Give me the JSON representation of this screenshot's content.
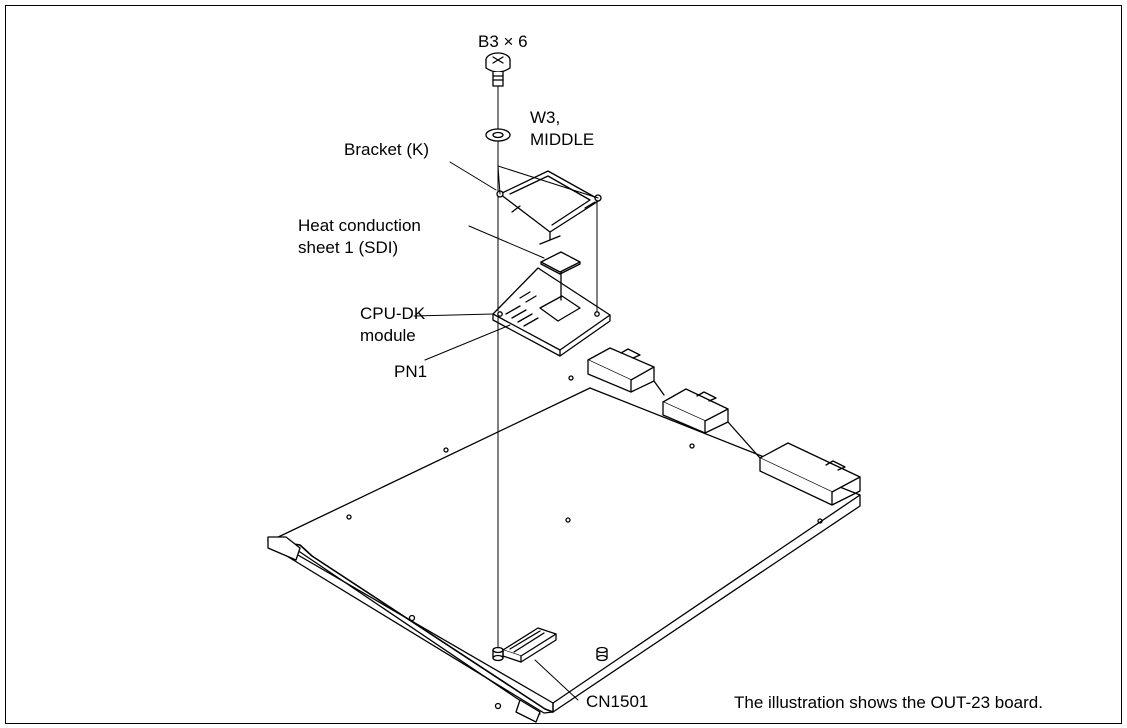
{
  "labels": {
    "screw": "B3 × 6",
    "washer_line1": "W3,",
    "washer_line2": "MIDDLE",
    "bracket": "Bracket (K)",
    "sheet_line1": "Heat conduction",
    "sheet_line2": "sheet 1 (SDI)",
    "module_line1": "CPU-DK",
    "module_line2": "module",
    "pn1": "PN1",
    "cn1501": "CN1501"
  },
  "caption": "The illustration shows the OUT-23 board."
}
